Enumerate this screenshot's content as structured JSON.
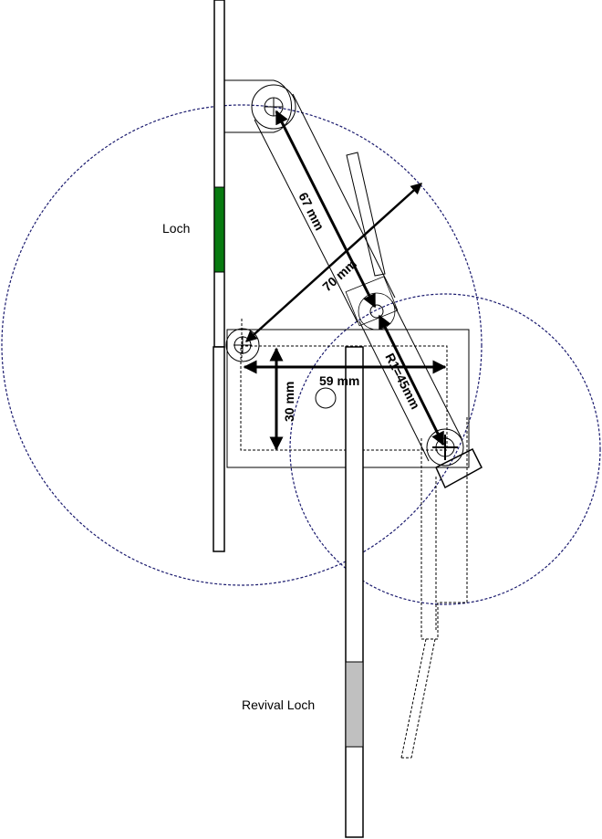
{
  "labels": {
    "loch": "Loch",
    "revival_loch": "Revival Loch"
  },
  "dimensions": {
    "link_length": "67 mm",
    "diagonal": "70 mm",
    "horizontal": "59 mm",
    "vertical": "30 mm",
    "radius": "R1=45mm"
  },
  "colors": {
    "loch_fill": "#087a10",
    "revival_fill": "#c0c0c0",
    "circle_stroke": "#1a1a6e"
  }
}
